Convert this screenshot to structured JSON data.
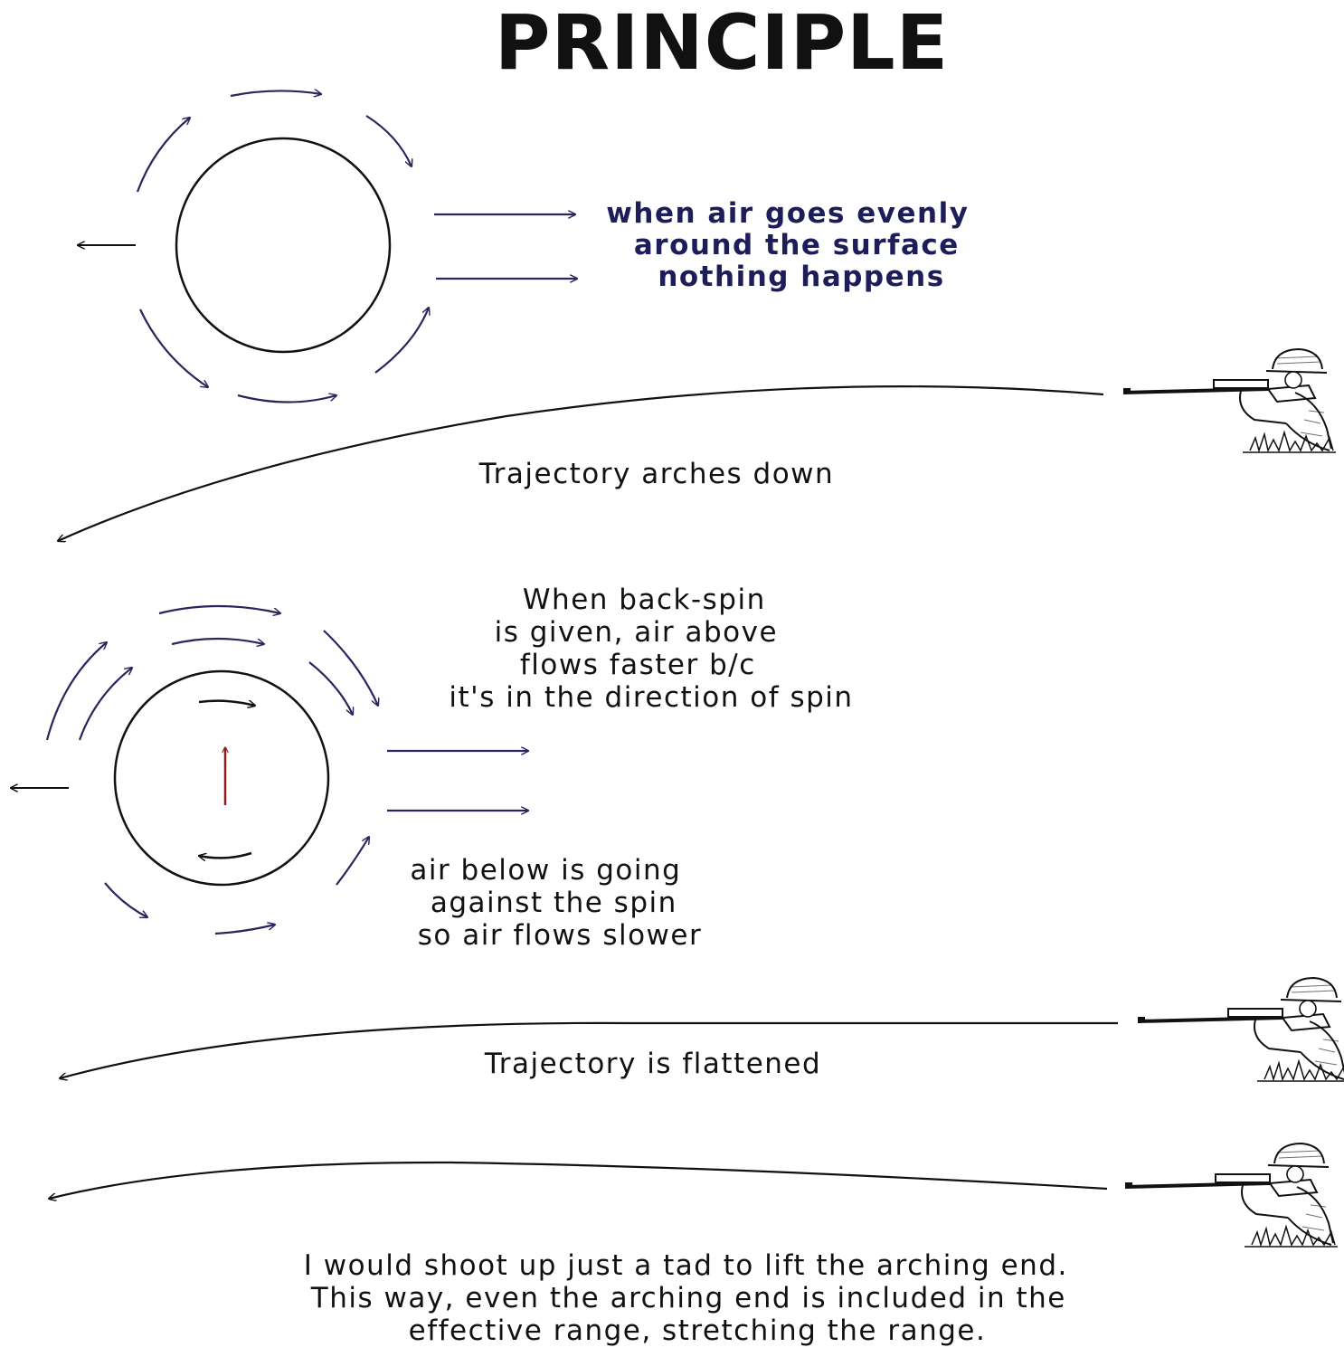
{
  "title": "PRINCIPLE",
  "colors": {
    "ink": "#111111",
    "flow_arrow": "#27275e",
    "blue_text": "#1d1d5a",
    "lift_arrow": "#8a1f1f"
  },
  "panel_no_spin": {
    "caption_lines": [
      "when air goes evenly",
      "around the surface",
      "nothing happens"
    ]
  },
  "trajectory_1": {
    "label": "Trajectory arches down"
  },
  "panel_back_spin": {
    "above_lines": [
      "When back-spin",
      "is given, air above",
      "flows faster b/c",
      "it's in the direction of spin"
    ],
    "below_lines": [
      "air below is going",
      "against the spin",
      "so air flows slower"
    ]
  },
  "trajectory_2": {
    "label": "Trajectory is flattened"
  },
  "trajectory_3": {
    "note_lines": [
      "I would shoot up just a tad to lift the arching end.",
      "This way, even the arching end is included in the",
      "effective range, stretching the range."
    ]
  }
}
